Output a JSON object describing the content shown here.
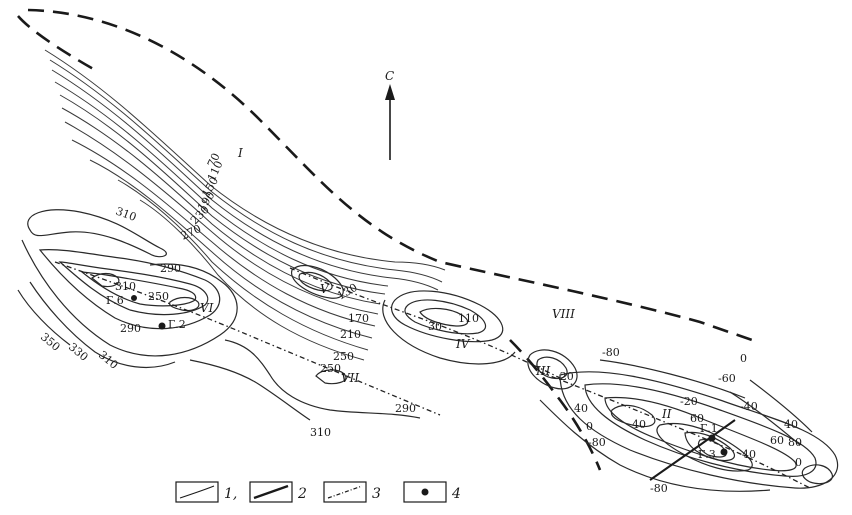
{
  "north_label": "С",
  "zones": {
    "I": "I",
    "II": "II",
    "III": "III",
    "IV": "IV",
    "V": "V",
    "VI": "VI",
    "VII": "VII",
    "VIII": "VIII"
  },
  "contour_labels": {
    "c350": "350",
    "c330": "330",
    "c310a": "310",
    "c290a": "290",
    "c310b": "310",
    "c290b": "290",
    "c250a": "250",
    "c310c": "310",
    "c270": "270",
    "c230": "230",
    "c190": "190",
    "c150": "150",
    "c110a": "110",
    "c70": "70",
    "c130": "130",
    "c170": "170",
    "c210": "210",
    "c250b": "250",
    "c250c": "250",
    "c290c": "290",
    "c310d": "310",
    "c110b": "110",
    "c30": "30",
    "m20": "-20",
    "m40a": "40",
    "c0a": "0",
    "m80a": "-80",
    "m80b": "-80",
    "m60a": "-60",
    "c0b": "0",
    "m40b": "-40",
    "m20b": "-20",
    "m40c": "40",
    "m60b": "60",
    "c40": "40",
    "m60c": "60",
    "c80": "80",
    "m40d": "40",
    "c0c": "0",
    "m80c": "-80"
  },
  "wells": {
    "g6": "Г.6",
    "g2": "Г.2",
    "g1": "Г.1",
    "g3": "Г.3"
  },
  "legend": [
    {
      "num": "1,"
    },
    {
      "num": "2"
    },
    {
      "num": "3"
    },
    {
      "num": "4"
    }
  ]
}
